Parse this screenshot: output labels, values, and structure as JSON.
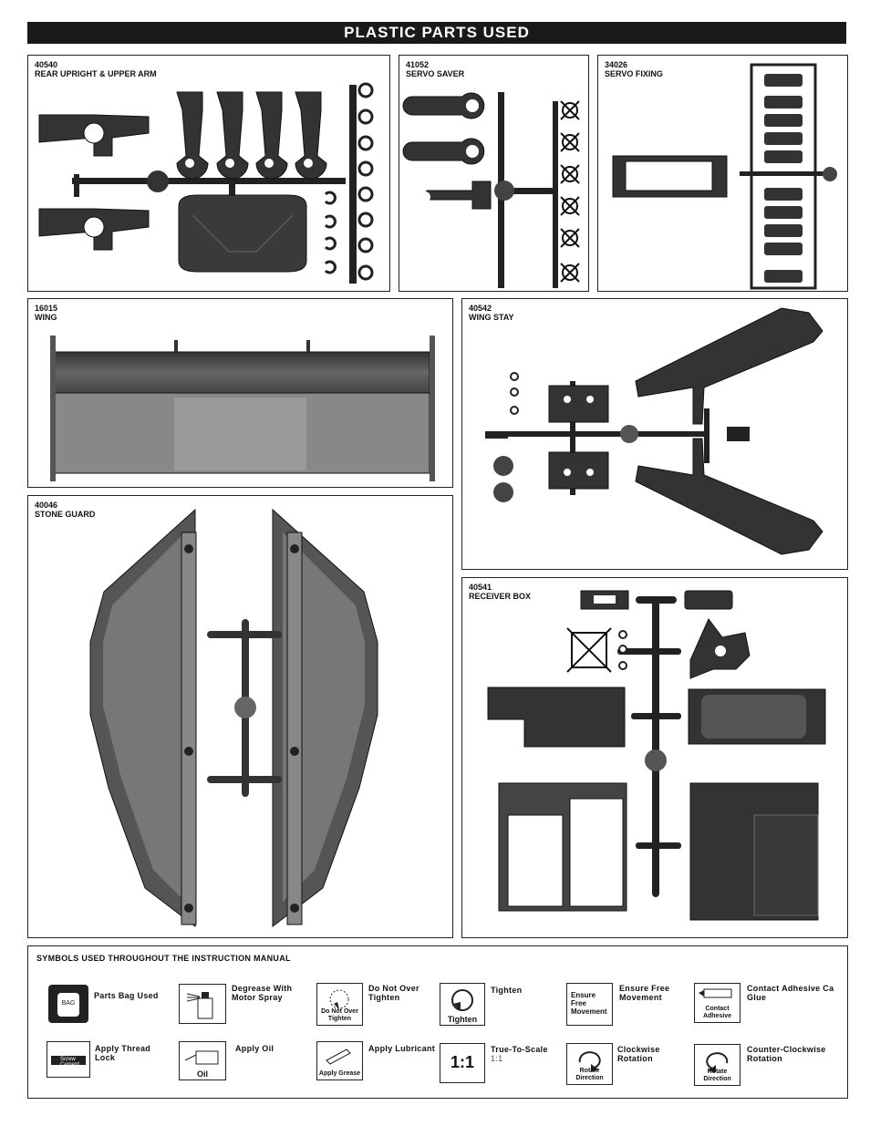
{
  "title": "PLASTIC PARTS USED",
  "panels": {
    "p40540": {
      "code": "40540",
      "name": "REAR UPRIGHT & UPPER ARM"
    },
    "p41052": {
      "code": "41052",
      "name": "SERVO SAVER"
    },
    "p34026": {
      "code": "34026",
      "name": "SERVO FIXING"
    },
    "p16015": {
      "code": "16015",
      "name": "WING"
    },
    "p40542": {
      "code": "40542",
      "name": "WING STAY"
    },
    "p40046": {
      "code": "40046",
      "name": "STONE GUARD"
    },
    "p40541": {
      "code": "40541",
      "name": "RECEIVER BOX"
    }
  },
  "symbols": {
    "heading": "SYMBOLS USED THROUGHOUT THE INSTRUCTION MANUAL",
    "bag": {
      "label": "Parts Bag Used",
      "icon_text": "BAG",
      "icon": "bag-icon"
    },
    "degrease": {
      "label": "Degrease With Motor Spray",
      "icon": "spray-icon"
    },
    "do_not_tighten": {
      "label": "Do Not Over Tighten",
      "icon_text": "Do Not Over Tighten",
      "icon": "rotate-dashed-icon"
    },
    "tighten": {
      "label": "Tighten",
      "icon_text": "Tighten",
      "icon": "rotate-icon"
    },
    "ensure_free": {
      "label": "Ensure Free Movement",
      "icon_text": "Ensure Free Movement"
    },
    "contact_adhesive": {
      "label": "Contact Adhesive Ca Glue",
      "icon_text": "Contact Adhesive",
      "icon": "glue-tube-icon"
    },
    "thread_lock": {
      "label": "Apply Thread Lock",
      "icon_text": "Screw Cement",
      "icon": "thread-lock-icon"
    },
    "oil": {
      "label": "Apply Oil",
      "icon_text": "Oil",
      "icon": "oil-can-icon"
    },
    "lubricant": {
      "label": "Apply Lubricant",
      "icon_text": "Apply Grease",
      "icon": "grease-icon"
    },
    "scale": {
      "label": "True-To-Scale",
      "sub": "1:1",
      "icon_text": "1:1"
    },
    "clockwise": {
      "label": "Clockwise Rotation",
      "icon_text": "Rotate Direction",
      "icon": "clockwise-icon"
    },
    "counter_clockwise": {
      "label": "Counter-Clockwise Rotation",
      "icon_text": "Rotate Direction",
      "icon": "counter-clockwise-icon"
    }
  }
}
